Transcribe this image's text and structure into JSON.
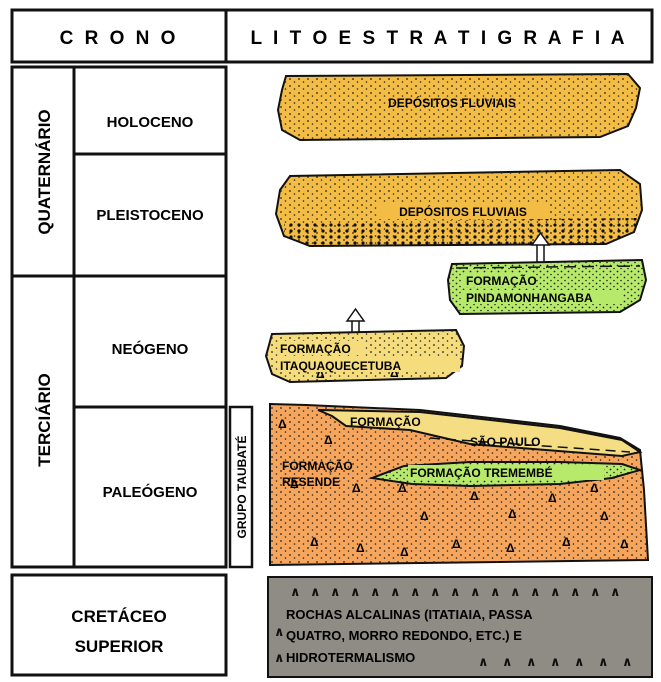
{
  "header": {
    "crono": "C R O N O",
    "lito": "L I T O E S T R A T I G R A F I A"
  },
  "periods": {
    "quaternario": "QUATERNÁRIO",
    "terciario": "TERCIÁRIO",
    "cretaceo_line1": "CRETÁCEO",
    "cretaceo_line2": "SUPERIOR"
  },
  "epochs": {
    "holoceno": "HOLOCENO",
    "pleistoceno": "PLEISTOCENO",
    "neogeno": "NEÓGENO",
    "paleogeno": "PALEÓGENO"
  },
  "group_label": "GRUPO TAUBATÉ",
  "units": {
    "holoceno_deposits": "DEPÓSITOS FLUVIAIS",
    "pleistoceno_deposits": "DEPÓSITOS FLUVIAIS",
    "pindamonhangaba_line1": "FORMAÇÃO",
    "pindamonhangaba_line2": "PINDAMONHANGABA",
    "itaquaquecetuba_line1": "FORMAÇÃO",
    "itaquaquecetuba_line2": "ITAQUAQUECETUBA",
    "saopaulo_line1": "FORMAÇÃO",
    "saopaulo_line2": "SÃO PAULO",
    "resende_line1": "FORMAÇÃO",
    "resende_line2": "RESENDE",
    "tremembe": "FORMAÇÃO TREMEMBÉ",
    "alcalinas_line1": "ROCHAS ALCALINAS (ITATIAIA, PASSA",
    "alcalinas_line2": "QUATRO, MORRO REDONDO, ETC.) E",
    "alcalinas_line3": "HIDROTERMALISMO"
  },
  "colors": {
    "fluvial": "#f3bd45",
    "pindamonhangaba": "#b7ea6a",
    "itaquaquecetuba": "#f5dc7c",
    "resende": "#f6a55d",
    "tremembe": "#b7ea6a",
    "saopaulo": "#f4dd83",
    "alcalinas": "#8f8c86"
  }
}
